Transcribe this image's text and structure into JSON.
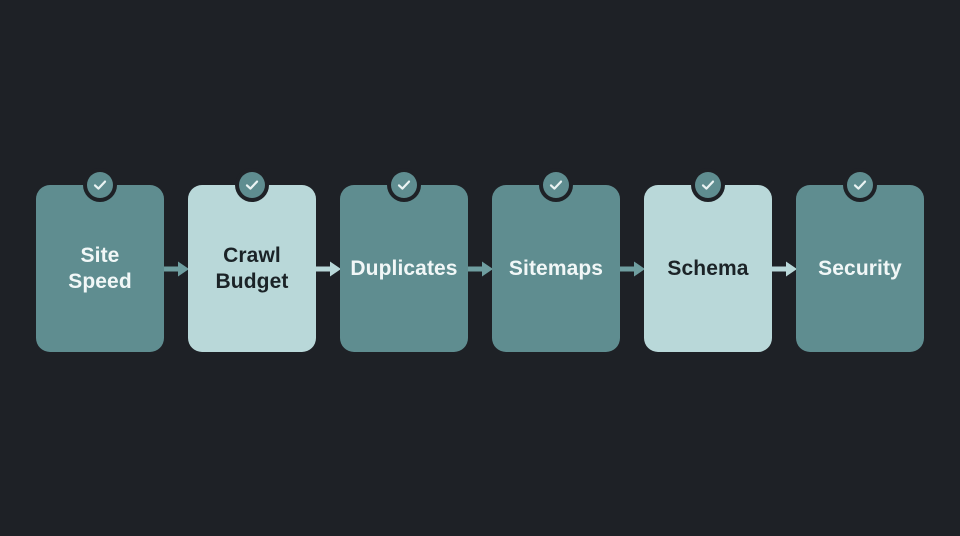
{
  "steps": [
    {
      "label": "Site\nSpeed",
      "style": "dark"
    },
    {
      "label": "Crawl\nBudget",
      "style": "light"
    },
    {
      "label": "Duplicates",
      "style": "dark"
    },
    {
      "label": "Sitemaps",
      "style": "dark"
    },
    {
      "label": "Schema",
      "style": "light"
    },
    {
      "label": "Security",
      "style": "dark"
    }
  ],
  "icons": {
    "status": "check-circle-icon",
    "connector": "arrow-right-icon"
  },
  "colors": {
    "background": "#1e2126",
    "card_dark": "#5f8d90",
    "card_light": "#b9d8d9",
    "text_dark_card": "#f1f7f7",
    "text_light_card": "#1b2327",
    "check_stroke": "#eaf3f3"
  }
}
